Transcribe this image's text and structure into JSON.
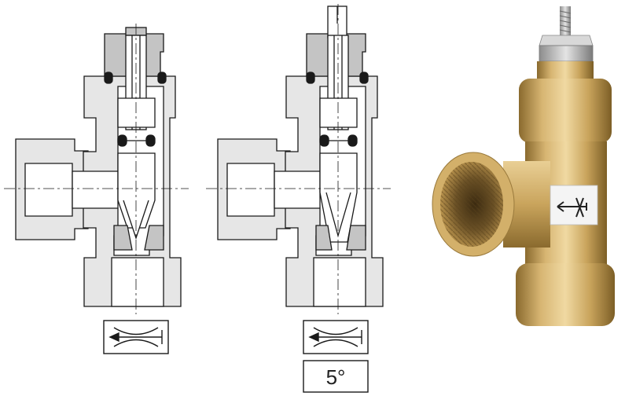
{
  "colors": {
    "body_fill": "#e6e6e6",
    "stroke": "#1a1a1a",
    "nut_fill": "#c4c4c4",
    "brass": "#c9a45c",
    "brass_light": "#e4c98c",
    "brass_dark": "#8a6a2e",
    "steel": "#bcbcbc"
  },
  "icons": {
    "flow_symbol_left": "flow-restrictor-symbol",
    "flow_symbol_right": "flow-restrictor-symbol",
    "photo_label": "flow-direction-arrow-label"
  },
  "angle_label": "5°"
}
